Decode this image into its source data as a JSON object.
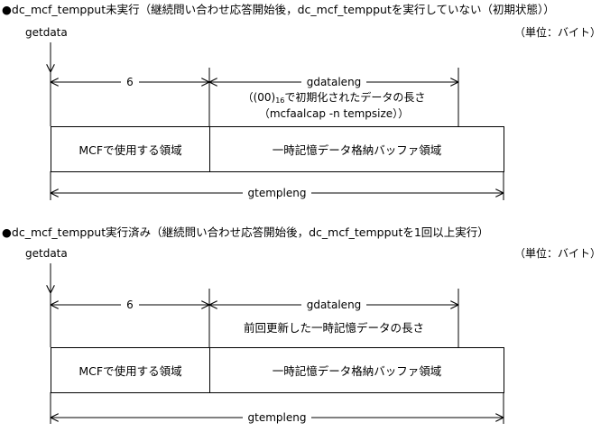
{
  "sections": [
    {
      "heading": "●dc_mcf_tempput未実行（継続問い合わせ応答開始後，dc_mcf_tempputを実行していない（初期状態））",
      "start_label": "getdata",
      "unit_label": "（単位：バイト）",
      "prefix_value": "6",
      "data_label": "gdataleng",
      "desc_line1_prefix": "（(00)",
      "desc_line1_sub": "16",
      "desc_line1_suffix": "で初期化されたデータの長さ",
      "desc_line2": "（mcfaalcap -n tempsize））",
      "box_left": "MCFで使用する領域",
      "box_right": "一時記憶データ格納バッファ領域",
      "total_label": "gtempleng"
    },
    {
      "heading": "●dc_mcf_tempput実行済み（継続問い合わせ応答開始後，dc_mcf_tempputを1回以上実行）",
      "start_label": "getdata",
      "unit_label": "（単位：バイト）",
      "prefix_value": "6",
      "data_label": "gdataleng",
      "desc_line1": "前回更新した一時記憶データの長さ",
      "box_left": "MCFで使用する領域",
      "box_right": "一時記憶データ格納バッファ領域",
      "total_label": "gtempleng"
    }
  ]
}
